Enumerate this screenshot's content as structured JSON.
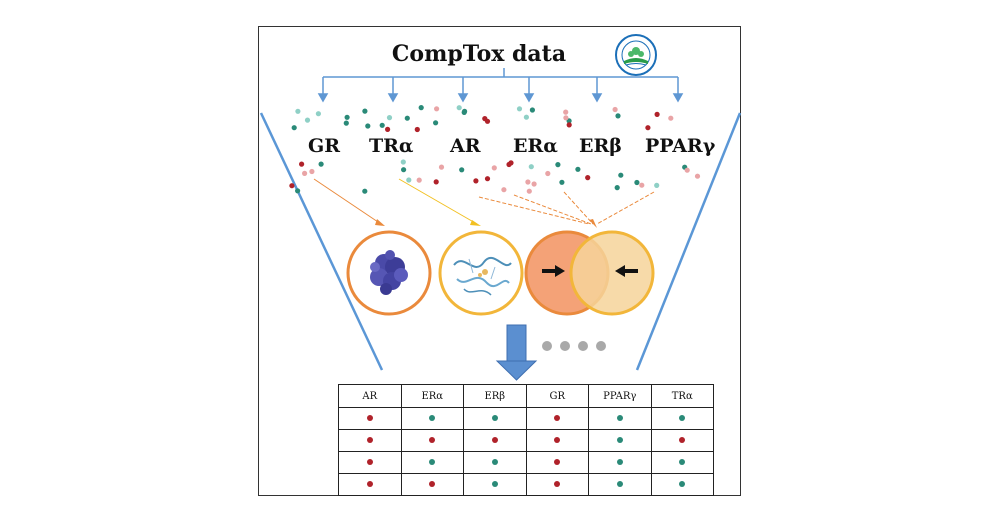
{
  "title": "CompTox data",
  "logo": {
    "name": "epa-seal",
    "colors": {
      "ring": "#1b6fb8",
      "ground": "#2a9c4a",
      "flower": "#4cb86a"
    }
  },
  "receptors": [
    "GR",
    "TRα",
    "AR",
    "ERα",
    "ERβ",
    "PPARγ"
  ],
  "table": {
    "headers": [
      "AR",
      "ERα",
      "ERβ",
      "GR",
      "PPARγ",
      "TRα"
    ],
    "rows": [
      [
        "red",
        "teal",
        "teal",
        "red",
        "teal",
        "teal"
      ],
      [
        "red",
        "red",
        "red",
        "red",
        "teal",
        "red"
      ],
      [
        "red",
        "teal",
        "teal",
        "red",
        "teal",
        "teal"
      ],
      [
        "red",
        "red",
        "teal",
        "red",
        "teal",
        "teal"
      ]
    ]
  },
  "colors": {
    "red": "#b0222a",
    "teal": "#2a8a78",
    "pink": "#e9a4a6",
    "lightTeal": "#8fd0c6",
    "arrowBlue": "#5f97d3",
    "funnelBlue": "#5b97d6",
    "orange": "#ea8a3c",
    "gold": "#f2b63a",
    "circleOrangeFill": "#f4a277",
    "circleGoldFill": "#f6d49a",
    "protein": "#4a4aa8",
    "ellipsis": "#a9a9a9"
  },
  "icons": [
    "protein-structure-icon",
    "ribbon-structure-icon",
    "arrow-right-icon",
    "arrow-left-icon",
    "down-arrow-icon",
    "ellipsis-dots"
  ]
}
